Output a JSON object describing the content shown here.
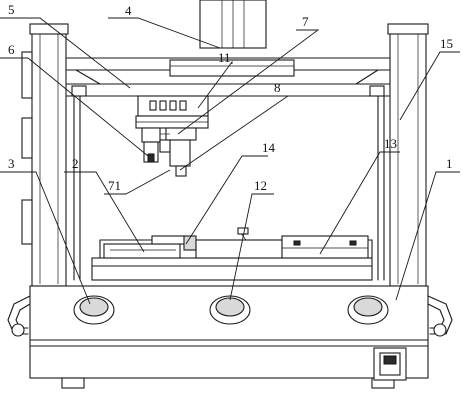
{
  "callouts": {
    "c1": "1",
    "c2": "2",
    "c3": "3",
    "c4": "4",
    "c5": "5",
    "c6": "6",
    "c7": "7",
    "c8": "8",
    "c11": "11",
    "c12": "12",
    "c13": "13",
    "c14": "14",
    "c15": "15",
    "c71": "71"
  }
}
